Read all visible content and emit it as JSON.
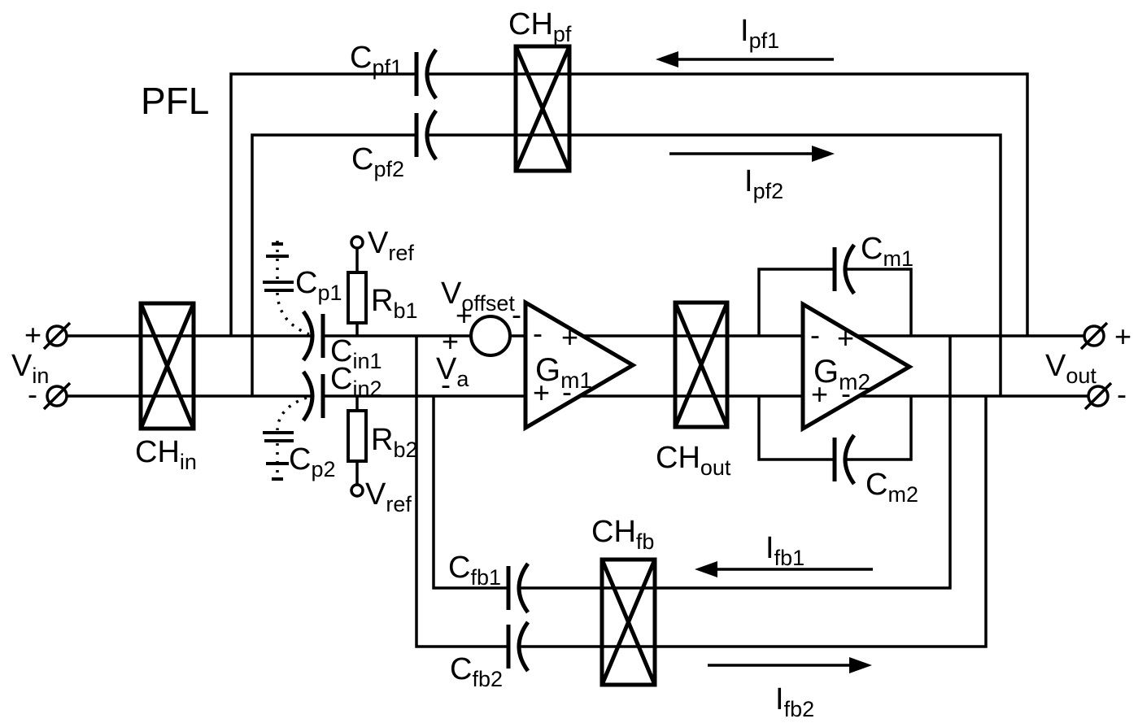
{
  "colors": {
    "ink": "#000000",
    "background": "#ffffff"
  },
  "labels": {
    "pfl": "PFL",
    "vin": {
      "main": "V",
      "sub": "in"
    },
    "vin_plus": "+",
    "vin_minus": "-",
    "ch_in": {
      "main": "CH",
      "sub": "in"
    },
    "c_pf1": {
      "main": "C",
      "sub": "pf1"
    },
    "c_pf2": {
      "main": "C",
      "sub": "pf2"
    },
    "ch_pf": {
      "main": "CH",
      "sub": "pf"
    },
    "i_pf1": {
      "main": "I",
      "sub": "pf1"
    },
    "i_pf2": {
      "main": "I",
      "sub": "pf2"
    },
    "c_p1": {
      "main": "C",
      "sub": "p1"
    },
    "c_p2": {
      "main": "C",
      "sub": "p2"
    },
    "c_in1": {
      "main": "C",
      "sub": "in1"
    },
    "c_in2": {
      "main": "C",
      "sub": "in2"
    },
    "r_b1": {
      "main": "R",
      "sub": "b1"
    },
    "r_b2": {
      "main": "R",
      "sub": "b2"
    },
    "v_ref_top": {
      "main": "V",
      "sub": "ref"
    },
    "v_ref_bottom": {
      "main": "V",
      "sub": "ref"
    },
    "v_offset": {
      "main": "V",
      "sub": "offset"
    },
    "v_offset_plus": "+",
    "v_offset_minus": "-",
    "v_a": {
      "main": "V",
      "sub": "a"
    },
    "v_a_plus": "+",
    "v_a_minus": "-",
    "g_m1": {
      "main": "G",
      "sub": "m1"
    },
    "g_m1_in_minus": "-",
    "g_m1_out_plus": "+",
    "g_m1_in_plus": "+",
    "g_m1_out_minus": "-",
    "ch_out": {
      "main": "CH",
      "sub": "out"
    },
    "g_m2": {
      "main": "G",
      "sub": "m2"
    },
    "g_m2_in_minus": "-",
    "g_m2_out_plus": "+",
    "g_m2_in_plus": "+",
    "g_m2_out_minus": "-",
    "c_m1": {
      "main": "C",
      "sub": "m1"
    },
    "c_m2": {
      "main": "C",
      "sub": "m2"
    },
    "ch_fb": {
      "main": "CH",
      "sub": "fb"
    },
    "i_fb1": {
      "main": "I",
      "sub": "fb1"
    },
    "i_fb2": {
      "main": "I",
      "sub": "fb2"
    },
    "c_fb1": {
      "main": "C",
      "sub": "fb1"
    },
    "c_fb2": {
      "main": "C",
      "sub": "fb2"
    },
    "vout": {
      "main": "V",
      "sub": "out"
    },
    "vout_plus": "+",
    "vout_minus": "-"
  }
}
